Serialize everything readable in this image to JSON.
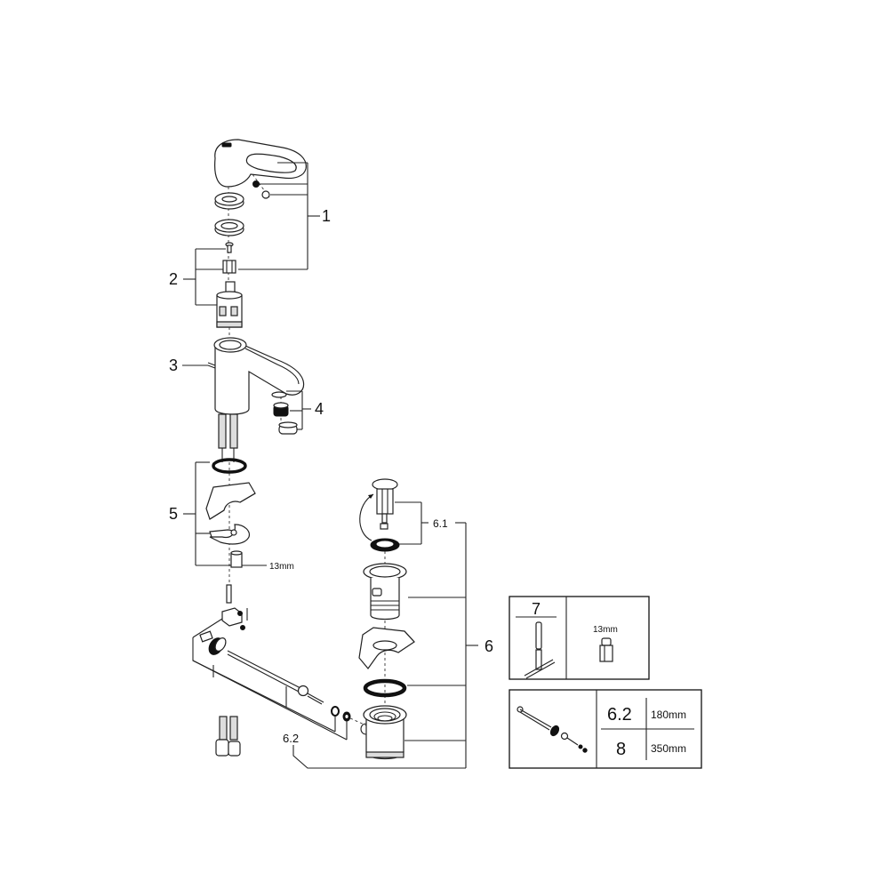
{
  "diagram": {
    "title": "Basin mixer exploded spare-parts view",
    "callouts": [
      {
        "id": "1",
        "label": "1",
        "part": "lever handle with cap, washer and screw"
      },
      {
        "id": "2",
        "label": "2",
        "part": "cartridge with adapter and screw"
      },
      {
        "id": "3",
        "label": "3",
        "part": "mixer body"
      },
      {
        "id": "4",
        "label": "4",
        "part": "aerator set"
      },
      {
        "id": "5",
        "label": "5",
        "part": "fixing set",
        "size_label": "13mm"
      },
      {
        "id": "6",
        "label": "6",
        "part": "pop-up waste set"
      },
      {
        "id": "6.1",
        "label": "6.1",
        "part": "pop-up plug with seal"
      },
      {
        "id": "6.2",
        "label": "6.2",
        "part": "waste rod / linkage"
      }
    ],
    "tool_box": {
      "item_label": "7",
      "size_label": "13mm"
    },
    "rod_table": {
      "rows": [
        {
          "item": "6.2",
          "length": "180mm"
        },
        {
          "item": "8",
          "length": "350mm"
        }
      ]
    }
  }
}
